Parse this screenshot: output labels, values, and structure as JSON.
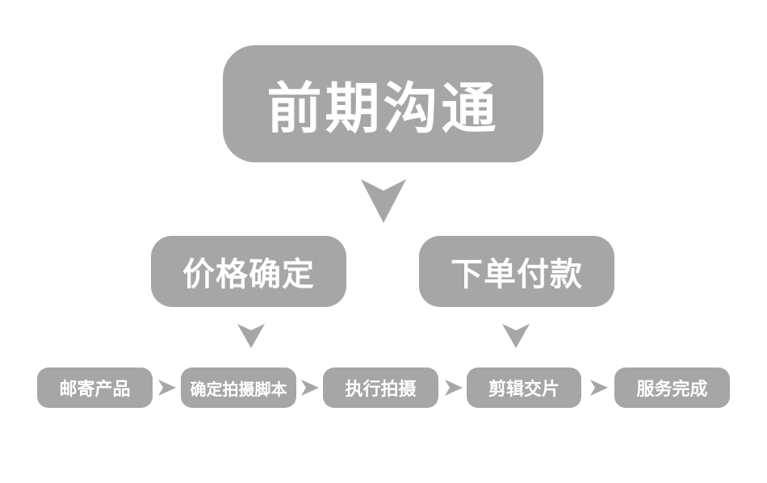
{
  "diagram": {
    "top": {
      "label": "前期沟通"
    },
    "branches": [
      {
        "label": "价格确定"
      },
      {
        "label": "下单付款"
      }
    ],
    "steps": [
      {
        "label": "邮寄产品"
      },
      {
        "label": "确定拍摄脚本"
      },
      {
        "label": "执行拍摄"
      },
      {
        "label": "剪辑交片"
      },
      {
        "label": "服务完成"
      }
    ],
    "colors": {
      "box_fill": "#a6a6a6",
      "text": "#ffffff",
      "arrow": "#a6a6a6",
      "background": "#ffffff"
    }
  }
}
